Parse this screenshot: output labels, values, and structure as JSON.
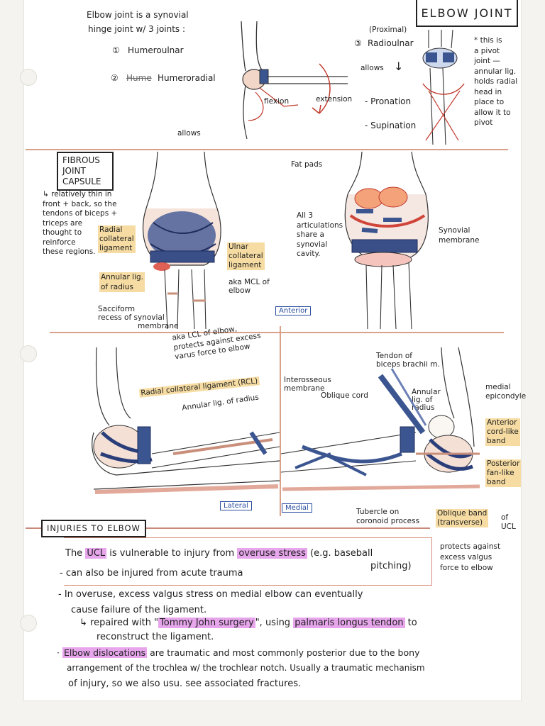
{
  "title": "ELBOW JOINT",
  "intro": {
    "line1": "Elbow joint is a synovial",
    "line2": "hinge joint w/ 3 joints :",
    "j1_num": "①",
    "j1": "Humeroulnar",
    "j2_num": "②",
    "j2": "Humeroradial",
    "j3_num": "③",
    "j3_prox": "(Proximal)",
    "j3": "Radioulnar",
    "allows_top": "allows",
    "allows_bottom": "allows",
    "flexion": "flexion",
    "extension": "extension",
    "pronation": "- Pronation",
    "supination": "- Supination",
    "pivot_note": [
      "* this is",
      "a pivot",
      "joint —",
      "annular lig.",
      "holds radial",
      "head in",
      "place to",
      "allow it to",
      "pivot"
    ]
  },
  "capsule": {
    "box": [
      "FIBROUS",
      "JOINT",
      "CAPSULE"
    ],
    "note": [
      "↳ relatively thin in",
      "front + back, so the",
      "tendons of biceps +",
      "triceps are",
      "thought to",
      "reinforce",
      "these regions."
    ],
    "radial_collateral": [
      "Radial",
      "collateral",
      "ligament"
    ],
    "annular": [
      "Annular lig.",
      "of radius"
    ],
    "sacciform": [
      "Sacciform",
      "recess of synovial",
      "membrane"
    ],
    "ulnar_collateral": [
      "Ulnar",
      "collateral",
      "ligament"
    ],
    "aka_mcl": [
      "aka MCL of",
      "elbow"
    ],
    "fat_pads": "Fat pads",
    "all3": [
      "All 3",
      "articulations",
      "share a",
      "synovial",
      "cavity."
    ],
    "synovial_membrane": [
      "Synovial",
      "membrane"
    ],
    "anterior_tag": "Anterior"
  },
  "lateral_medial": {
    "lcl_note": [
      "aka LCL of elbow,",
      "protects against excess",
      "varus force to elbow"
    ],
    "rcl": "Radial collateral ligament (RCL)",
    "annular": "Annular lig. of radius",
    "interosseous": [
      "Interosseous",
      "membrane"
    ],
    "oblique_cord": "Oblique cord",
    "biceps_tendon": [
      "Tendon of",
      "biceps brachii m."
    ],
    "annular_right": [
      "Annular",
      "lig. of",
      "radius"
    ],
    "medial_epicondyle": [
      "medial",
      "epicondyle"
    ],
    "anterior_band": [
      "Anterior",
      "cord-like",
      "band"
    ],
    "posterior_band": [
      "Posterior",
      "fan-like",
      "band"
    ],
    "oblique_band": [
      "Oblique band",
      "(transverse)"
    ],
    "of_ucl": [
      "of",
      "UCL"
    ],
    "tubercle": [
      "Tubercle on",
      "coronoid process"
    ],
    "lateral_tag": "Lateral",
    "medial_tag": "Medial"
  },
  "injuries": {
    "heading": "INJURIES TO ELBOW",
    "l1a": "The ",
    "l1_ucl": "UCL",
    "l1b": " is vulnerable to injury from ",
    "l1_overuse": "overuse stress",
    "l1c": " (e.g. baseball",
    "l1d": "pitching)",
    "l2": "- can also be injured from acute trauma",
    "l3": "- In overuse, excess valgus stress on medial elbow can eventually",
    "l4": "cause failure of the ligament.",
    "l5a": "↳ repaired with \"",
    "l5_tj": "Tommy John surgery",
    "l5b": "\", using ",
    "l5_pl": "palmaris longus tendon",
    "l5c": " to",
    "l6": "reconstruct the ligament.",
    "l7a": "· ",
    "l7_ed": "Elbow dislocations",
    "l7b": " are traumatic and most commonly posterior due to the bony",
    "l8": "arrangement of the trochlea w/ the trochlear notch. Usually a traumatic mechanism",
    "l9": "of injury, so we also usu. see associated fractures.",
    "protects": [
      "protects against",
      "excess valgus",
      "force to elbow"
    ]
  }
}
